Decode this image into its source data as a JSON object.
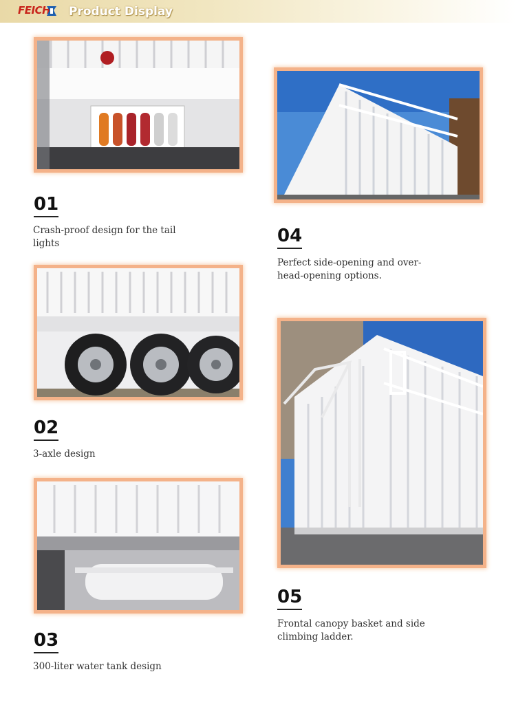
{
  "header": {
    "logo_text": "FEICHI",
    "title": "Product Display"
  },
  "items": [
    {
      "number": "01",
      "caption": "Crash-proof design for the tail lights"
    },
    {
      "number": "02",
      "caption": "3-axle design"
    },
    {
      "number": "03",
      "caption": "300-liter water tank design"
    },
    {
      "number": "04",
      "caption": "Perfect side-opening and over-head-opening options."
    },
    {
      "number": "05",
      "caption": "Frontal canopy basket and side climbing ladder."
    }
  ],
  "colors": {
    "frame": "#f4b289",
    "header_gradient_start": "#e9d9a7",
    "logo_red": "#c8241b"
  }
}
